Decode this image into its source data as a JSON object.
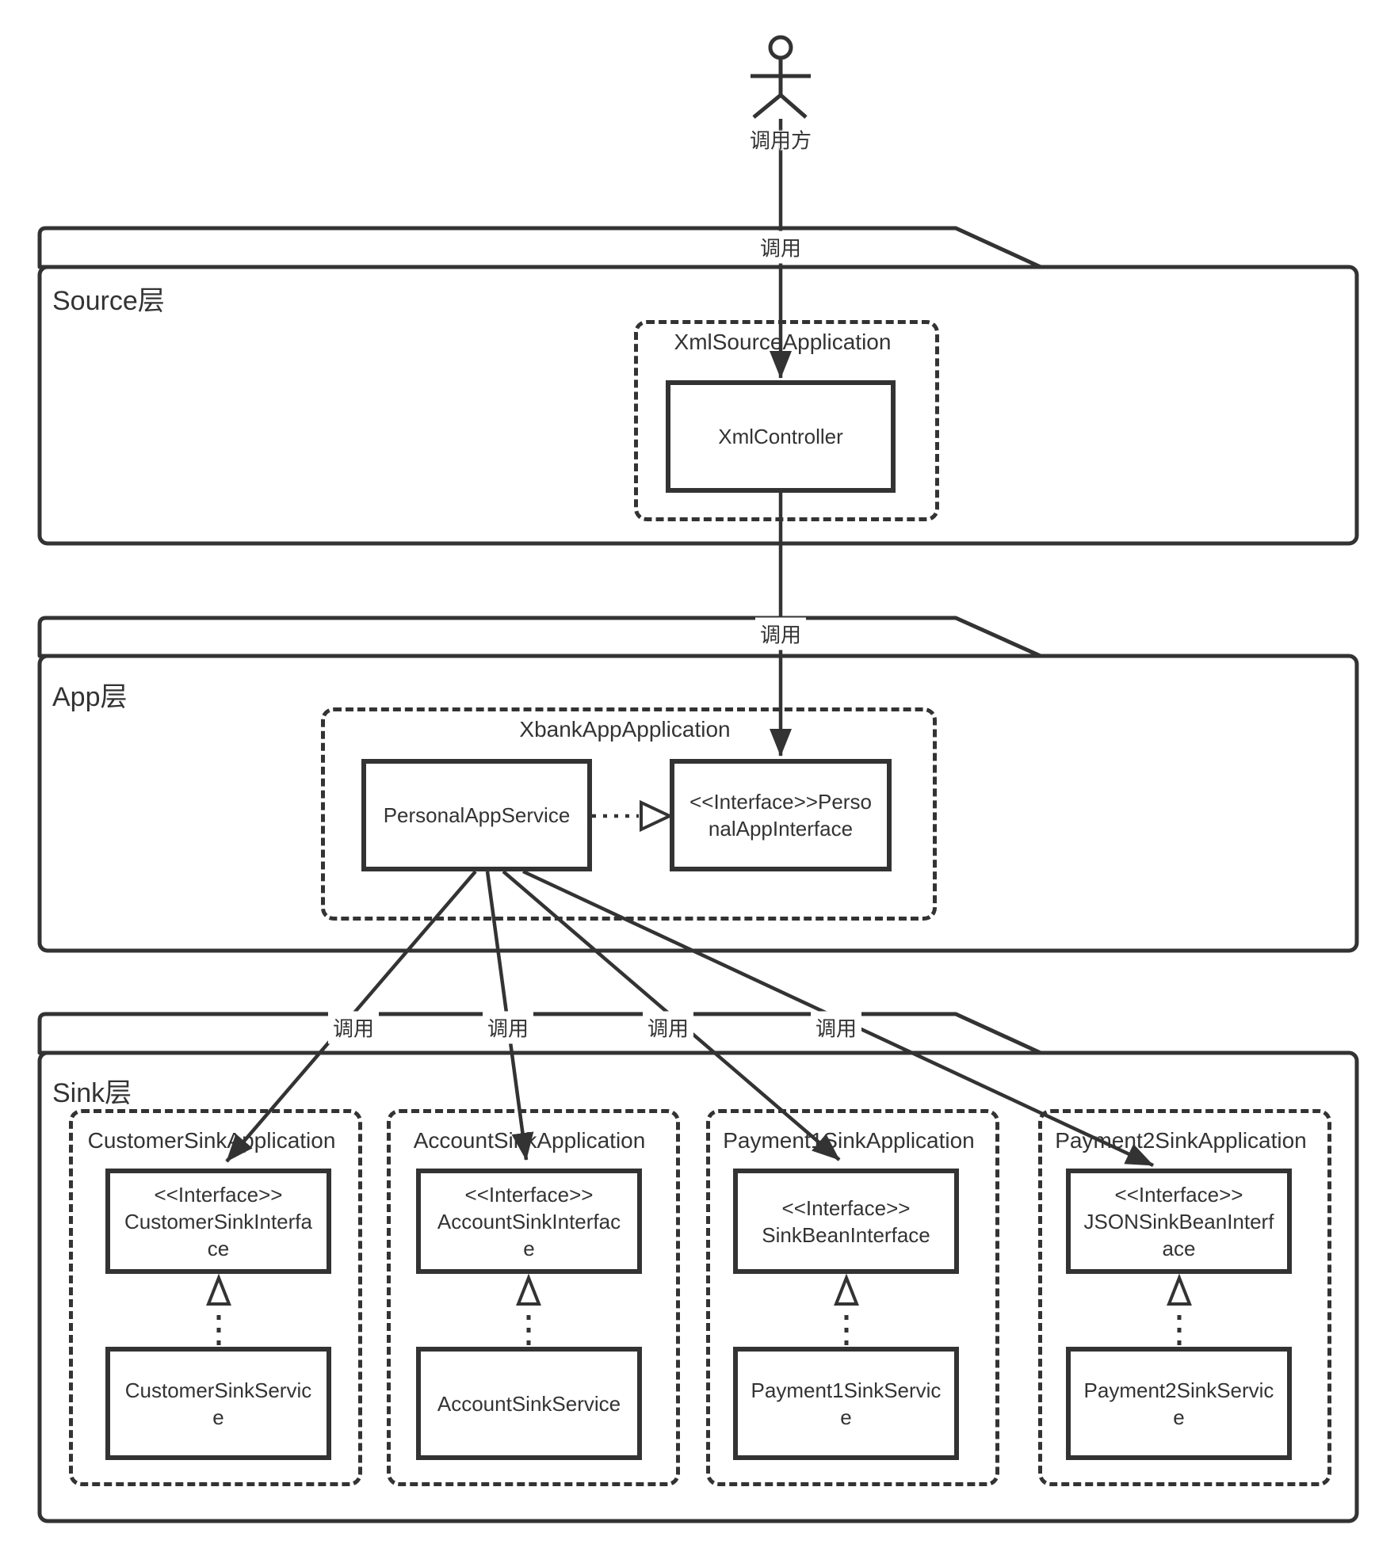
{
  "diagram": {
    "actor": {
      "label": "调用方"
    },
    "connections": {
      "actor_to_source_label": "调用",
      "source_to_app_label": "调用",
      "app_to_sink_labels": [
        "调用",
        "调用",
        "调用",
        "调用"
      ]
    },
    "layers": [
      {
        "title": "Source层",
        "applications": [
          {
            "name": "XmlSourceApplication",
            "classes": [
              {
                "label": "XmlController"
              }
            ]
          }
        ]
      },
      {
        "title": "App层",
        "applications": [
          {
            "name": "XbankAppApplication",
            "classes": [
              {
                "label": "PersonalAppService"
              },
              {
                "label": "<<Interface>>Perso\nnalAppInterface"
              }
            ]
          }
        ]
      },
      {
        "title": "Sink层",
        "applications": [
          {
            "name": "CustomerSinkApplication",
            "interface_label": "<<Interface>>\nCustomerSinkInterfa\nce",
            "service_label": "CustomerSinkServic\ne"
          },
          {
            "name": "AccountSinkApplication",
            "interface_label": "<<Interface>>\nAccountSinkInterfac\ne",
            "service_label": "AccountSinkService"
          },
          {
            "name": "Payment1SinkApplication",
            "interface_label": "<<Interface>>\nSinkBeanInterface",
            "service_label": "Payment1SinkServic\ne"
          },
          {
            "name": "Payment2SinkApplication",
            "interface_label": "<<Interface>>\nJSONSinkBeanInterf\nace",
            "service_label": "Payment2SinkServic\ne"
          }
        ]
      }
    ],
    "colors": {
      "stroke": "#333333",
      "background": "#ffffff",
      "text": "#333333"
    }
  }
}
